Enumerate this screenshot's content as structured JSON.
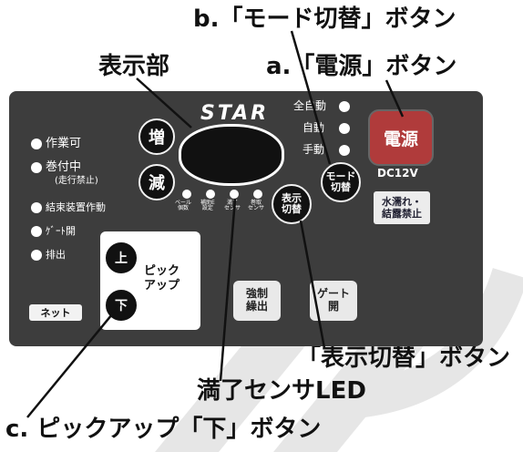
{
  "callouts": {
    "mode_button": "b.「モード切替」ボタン",
    "display": "表示部",
    "power_button": "a.「電源」ボタン",
    "display_switch_button": "「表示切替」ボタン",
    "full_sensor_led": "満了センサLED",
    "pickup_down_button": "c. ピックアップ「下」ボタン"
  },
  "panel": {
    "brand": "STAR",
    "increase": "増",
    "decrease": "減",
    "work_ok": "作業可",
    "winding": "巻付中",
    "winding_sub": "(走行禁止)",
    "tie_operation": "結束装置作動",
    "gate_open": "ｹﾞｰﾄ開",
    "discharge": "排出",
    "net": "ネット",
    "up": "上",
    "down": "下",
    "pickup": "ピック\nアップ",
    "full_auto": "全自動",
    "auto": "自動",
    "manual": "手動",
    "mode_switch": "モード\n切替",
    "power": "電源",
    "voltage": "DC12V",
    "display_switch": "表示\n切替",
    "water_warning": "水濡れ・\n結露禁止",
    "forced_discharge": "強制\n繰出",
    "gate_button": "ゲート\n開",
    "led_bale_count": "ベール\n個数",
    "led_aux_setting": "補助E\n設定",
    "led_full_sensor": "満了\nセンサ",
    "led_wrap_sensor": "巻取\nセンサ"
  }
}
